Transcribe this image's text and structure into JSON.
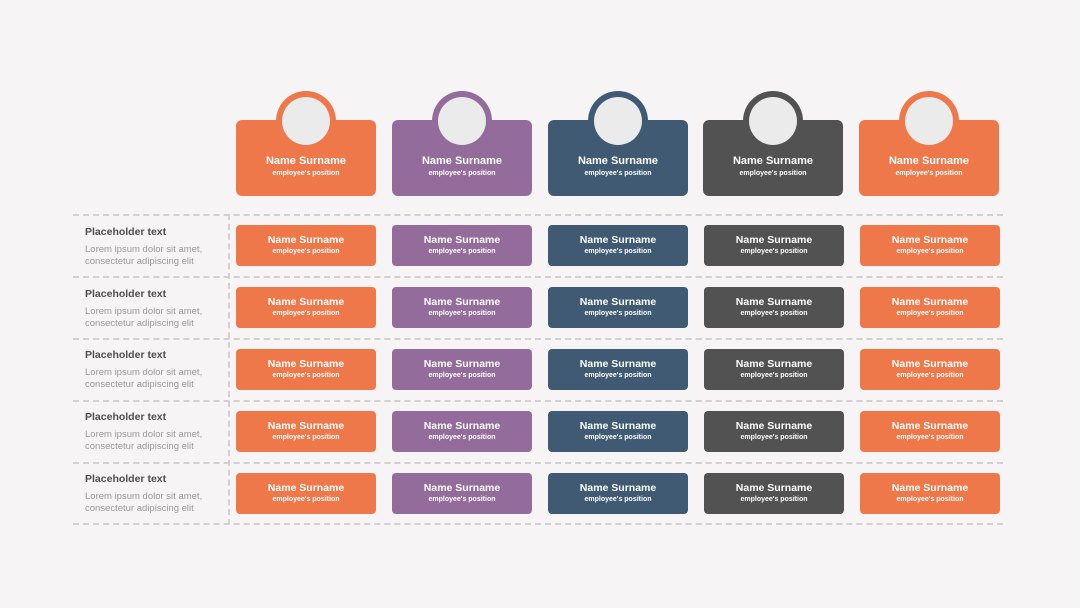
{
  "colors": {
    "background": "#f6f4f4",
    "columns": [
      "#ef784b",
      "#946c9b",
      "#3f5a72",
      "#525252",
      "#ef784b"
    ],
    "divider": "#d2d0d0"
  },
  "leaders": [
    {
      "name": "Name Surname",
      "position": "employee's position",
      "icon": "avatar-placeholder"
    },
    {
      "name": "Name Surname",
      "position": "employee's position",
      "icon": "avatar-placeholder"
    },
    {
      "name": "Name Surname",
      "position": "employee's position",
      "icon": "avatar-placeholder"
    },
    {
      "name": "Name Surname",
      "position": "employee's position",
      "icon": "avatar-placeholder"
    },
    {
      "name": "Name Surname",
      "position": "employee's position",
      "icon": "avatar-placeholder"
    }
  ],
  "rows": [
    {
      "title": "Placeholder text",
      "description": "Lorem ipsum dolor sit amet, consectetur adipiscing elit",
      "cells": [
        {
          "name": "Name Surname",
          "position": "employee's position"
        },
        {
          "name": "Name Surname",
          "position": "employee's position"
        },
        {
          "name": "Name Surname",
          "position": "employee's position"
        },
        {
          "name": "Name Surname",
          "position": "employee's position"
        },
        {
          "name": "Name Surname",
          "position": "employee's position"
        }
      ]
    },
    {
      "title": "Placeholder text",
      "description": "Lorem ipsum dolor sit amet, consectetur adipiscing elit",
      "cells": [
        {
          "name": "Name Surname",
          "position": "employee's position"
        },
        {
          "name": "Name Surname",
          "position": "employee's position"
        },
        {
          "name": "Name Surname",
          "position": "employee's position"
        },
        {
          "name": "Name Surname",
          "position": "employee's position"
        },
        {
          "name": "Name Surname",
          "position": "employee's position"
        }
      ]
    },
    {
      "title": "Placeholder text",
      "description": "Lorem ipsum dolor sit amet, consectetur adipiscing elit",
      "cells": [
        {
          "name": "Name Surname",
          "position": "employee's position"
        },
        {
          "name": "Name Surname",
          "position": "employee's position"
        },
        {
          "name": "Name Surname",
          "position": "employee's position"
        },
        {
          "name": "Name Surname",
          "position": "employee's position"
        },
        {
          "name": "Name Surname",
          "position": "employee's position"
        }
      ]
    },
    {
      "title": "Placeholder text",
      "description": "Lorem ipsum dolor sit amet, consectetur adipiscing elit",
      "cells": [
        {
          "name": "Name Surname",
          "position": "employee's position"
        },
        {
          "name": "Name Surname",
          "position": "employee's position"
        },
        {
          "name": "Name Surname",
          "position": "employee's position"
        },
        {
          "name": "Name Surname",
          "position": "employee's position"
        },
        {
          "name": "Name Surname",
          "position": "employee's position"
        }
      ]
    },
    {
      "title": "Placeholder text",
      "description": "Lorem ipsum dolor sit amet, consectetur adipiscing elit",
      "cells": [
        {
          "name": "Name Surname",
          "position": "employee's position"
        },
        {
          "name": "Name Surname",
          "position": "employee's position"
        },
        {
          "name": "Name Surname",
          "position": "employee's position"
        },
        {
          "name": "Name Surname",
          "position": "employee's position"
        },
        {
          "name": "Name Surname",
          "position": "employee's position"
        }
      ]
    }
  ]
}
